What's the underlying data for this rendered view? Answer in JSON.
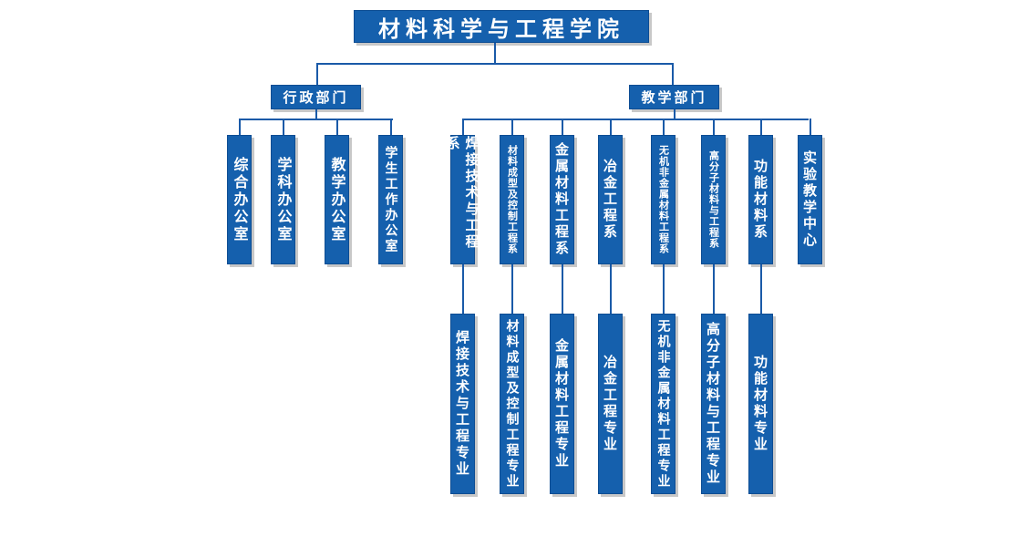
{
  "title": "材料科学与工程学院",
  "branches": [
    {
      "label": "行政部门",
      "children": [
        "综合办公室",
        "学科办公室",
        "教学办公室",
        "学生工作办公室"
      ]
    },
    {
      "label": "教学部门",
      "children": [
        {
          "dept": "焊接技术与工程系",
          "major": "焊接技术与工程专业"
        },
        {
          "dept": "材料成型及控制工程系",
          "major": "材料成型及控制工程专业"
        },
        {
          "dept": "金属材料工程系",
          "major": "金属材料工程专业"
        },
        {
          "dept": "冶金工程系",
          "major": "冶金工程专业"
        },
        {
          "dept": "无机非金属材料工程系",
          "major": "无机非金属材料工程专业"
        },
        {
          "dept": "高分子材料与工程系",
          "major": "高分子材料与工程专业"
        },
        {
          "dept": "功能材料系",
          "major": "功能材料专业"
        },
        {
          "dept": "实验教学中心",
          "major": null
        }
      ]
    }
  ],
  "colors": {
    "box": "#1560ad",
    "line": "#1a5aa8"
  }
}
